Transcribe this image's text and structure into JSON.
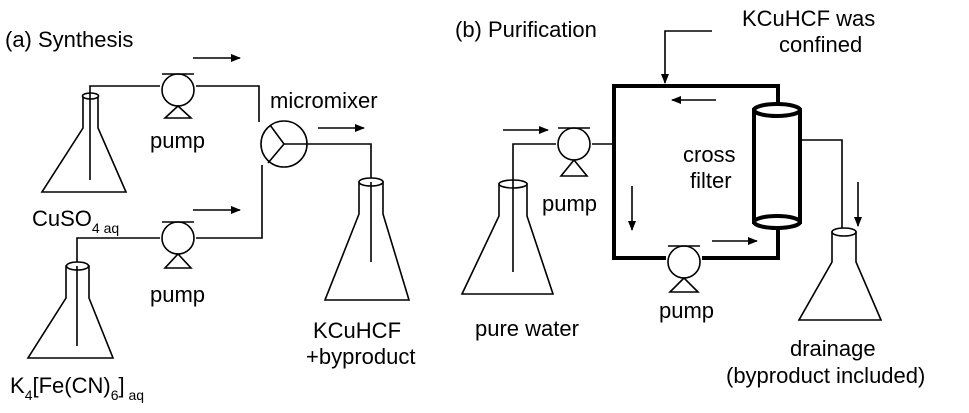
{
  "panel_a": {
    "title": "(a) Synthesis",
    "pump_label": "pump",
    "mixer_label": "micromixer",
    "reagent1": {
      "main": "CuSO",
      "sub1": "4 aq"
    },
    "reagent2": {
      "pre": "K",
      "sub1": "4",
      "mid": "[Fe(CN)",
      "sub2": "6",
      "post": "]",
      "sub3": " aq"
    },
    "product_line1": "KCuHCF",
    "product_line2": "+byproduct"
  },
  "panel_b": {
    "title": "(b) Purification",
    "pump_label": "pump",
    "water_label": "pure water",
    "filter_line1": "cross",
    "filter_line2": "filter",
    "confined_line1": "KCuHCF was",
    "confined_line2": "confined",
    "drain_line1": "drainage",
    "drain_line2": "(byproduct included)"
  }
}
